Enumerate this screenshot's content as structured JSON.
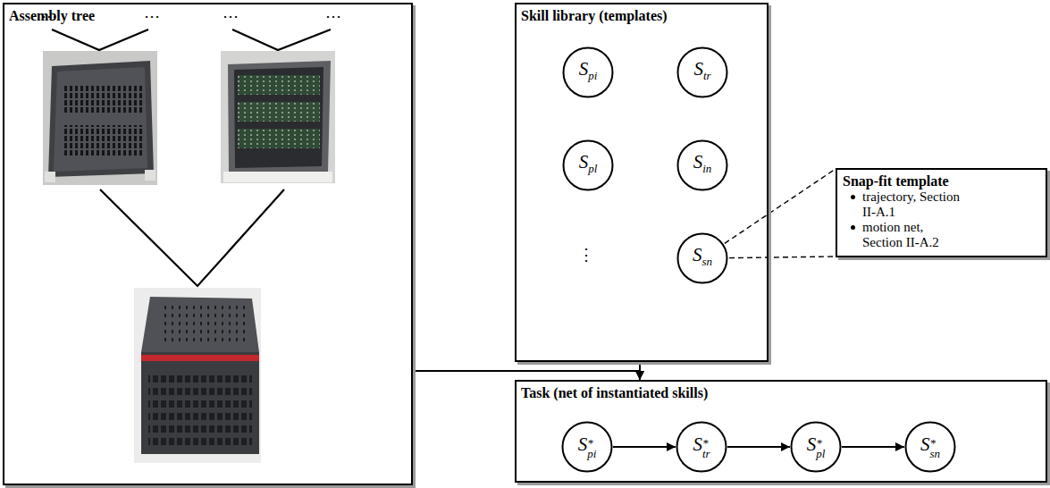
{
  "diagram": {
    "nodes": [
      {
        "text": [
          "Assembly tree"
        ]
      },
      {
        "text": [
          "Skill library (templates)"
        ]
      },
      {
        "text": [
          "Spi"
        ],
        "in": 1
      },
      {
        "text": [
          "Str"
        ],
        "in": 1
      },
      {
        "text": [
          "Spl"
        ],
        "in": 1
      },
      {
        "text": [
          "Sin"
        ],
        "in": 1
      },
      {
        "text": [
          "Ssn"
        ],
        "in": 1
      },
      {
        "text": [
          "Snap-fit template",
          "trajectory, Section II-A.1",
          "motion net, Section II-A.2"
        ]
      },
      {
        "text": [
          "Task (net of instantiated skills)"
        ]
      },
      {
        "text": [
          "S*pi"
        ],
        "in": 8
      },
      {
        "text": [
          "S*tr"
        ],
        "in": 8
      },
      {
        "text": [
          "S*pl"
        ],
        "in": 8
      },
      {
        "text": [
          "S*sn"
        ],
        "in": 8
      }
    ],
    "edges": [
      {
        "from": 0,
        "to": 8,
        "arrow": "to"
      },
      {
        "from": 1,
        "to": 8,
        "arrow": "to"
      },
      {
        "from": 6,
        "to": 7,
        "arrow": "none"
      },
      {
        "from": 9,
        "to": 10,
        "arrow": "to"
      },
      {
        "from": 10,
        "to": 11,
        "arrow": "to"
      },
      {
        "from": 11,
        "to": 12,
        "arrow": "to"
      }
    ],
    "labels": [
      "⋯",
      "⋯",
      "⋯",
      "⋯",
      "⋮"
    ]
  }
}
